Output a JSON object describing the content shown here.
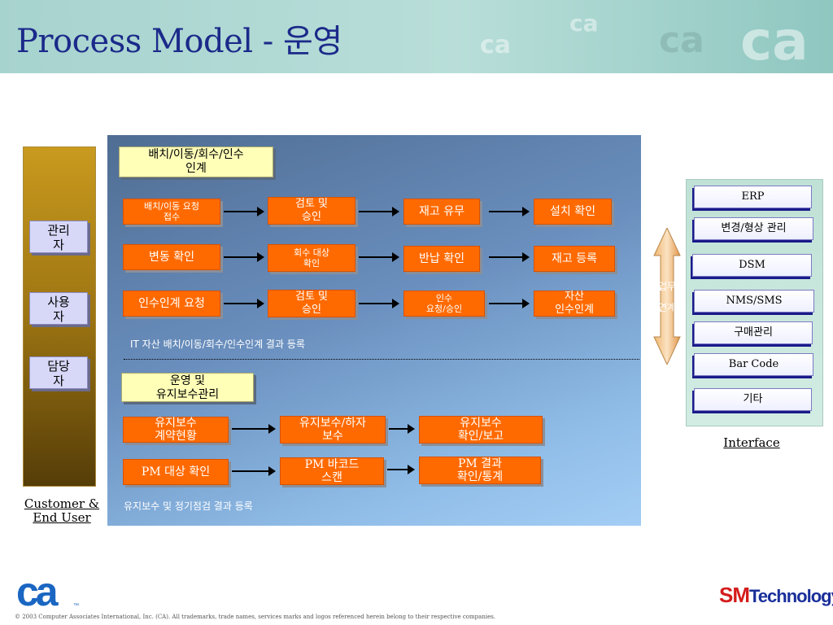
{
  "header": {
    "title": "Process Model - 운영",
    "watermark": "ca"
  },
  "left_panel": {
    "roles": [
      "관리\n자",
      "사용\n자",
      "담당\n자"
    ],
    "caption": "Customer &\nEnd User"
  },
  "main": {
    "section1": {
      "label": "배치/이동/회수/인수\n인계",
      "rows": [
        [
          "배치/이동 요청\n접수",
          "검토 및\n승인",
          "재고 유무",
          "설치 확인"
        ],
        [
          "변동 확인",
          "회수 대상\n확인",
          "반납 확인",
          "재고 등록"
        ],
        [
          "인수인계 요청",
          "검토 및\n승인",
          "인수\n요청/승인",
          "자산\n인수인계"
        ]
      ],
      "note": "IT 자산 배치/이동/회수/인수인계 결과 등록"
    },
    "section2": {
      "label": "운영 및\n유지보수관리",
      "rows": [
        [
          "유지보수\n계약현황",
          "유지보수/하자\n보수",
          "유지보수\n확인/보고"
        ],
        [
          "PM 대상 확인",
          "PM 바코드\n스캔",
          "PM 결과\n확인/통계"
        ]
      ],
      "note": "유지보수 및 정기점검 결과 등록"
    }
  },
  "link": {
    "label_top": "업무",
    "label_bottom": "연계"
  },
  "interface": {
    "items": [
      "ERP",
      "변경/형상 관리",
      "DSM",
      "NMS/SMS",
      "구매관리",
      "Bar Code",
      "기타"
    ],
    "caption": "Interface"
  },
  "footer": {
    "ca_logo": "ca",
    "ca_tm": "™",
    "sm_logo_sm": "SM",
    "sm_logo_tech": "Technology",
    "copyright": "© 2003 Computer Associates International, Inc. (CA). All trademarks, trade names, services marks and logos referenced herein belong to their respective companies."
  },
  "colors": {
    "process_box": "#ff6a00",
    "label_box": "#ffffb8",
    "role_box": "#d7d8f8",
    "title": "#1b2a8a"
  }
}
